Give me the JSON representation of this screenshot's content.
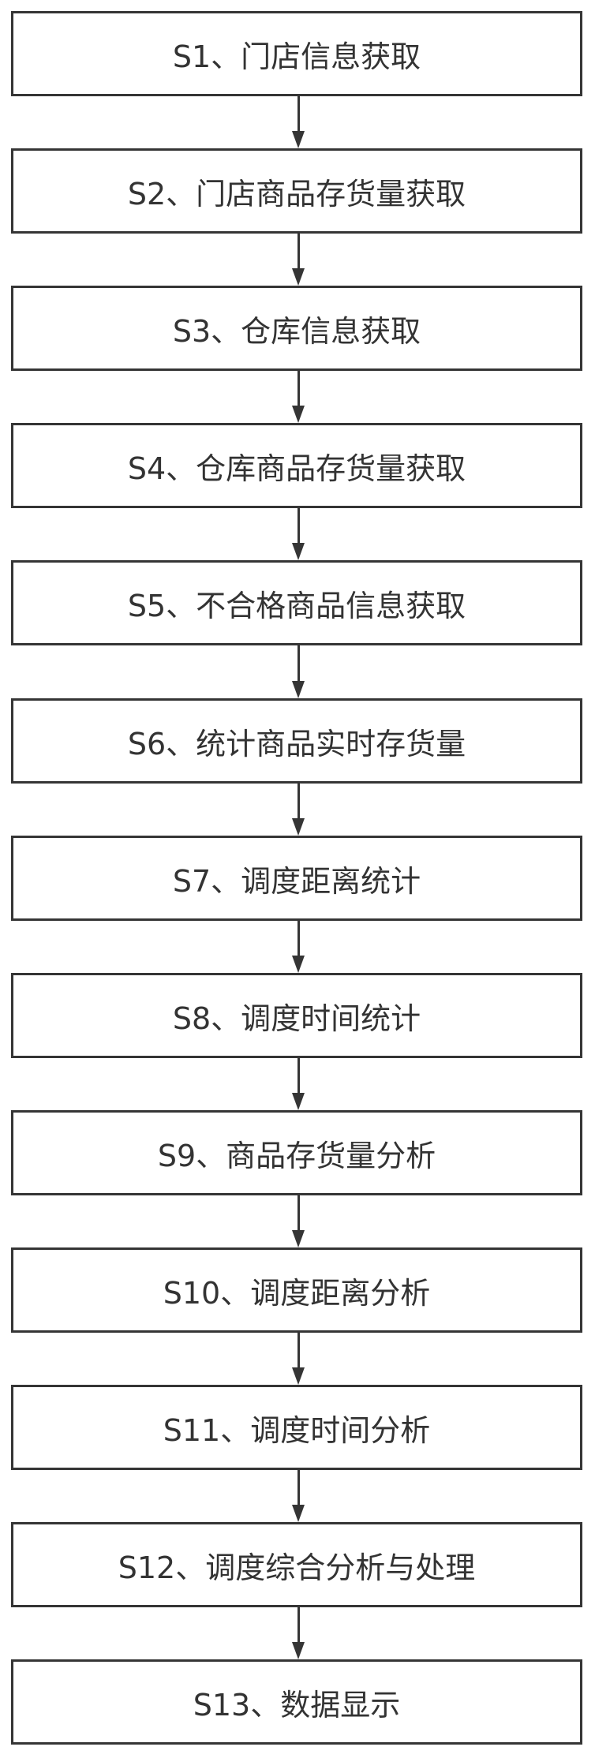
{
  "diagram": {
    "type": "flowchart",
    "colors": {
      "line": "#353535",
      "text": "#333333",
      "background": "#ffffff"
    },
    "steps": [
      {
        "id": "S1",
        "label": "S1、门店信息获取"
      },
      {
        "id": "S2",
        "label": "S2、门店商品存货量获取"
      },
      {
        "id": "S3",
        "label": "S3、仓库信息获取"
      },
      {
        "id": "S4",
        "label": "S4、仓库商品存货量获取"
      },
      {
        "id": "S5",
        "label": "S5、不合格商品信息获取"
      },
      {
        "id": "S6",
        "label": "S6、统计商品实时存货量"
      },
      {
        "id": "S7",
        "label": "S7、调度距离统计"
      },
      {
        "id": "S8",
        "label": "S8、调度时间统计"
      },
      {
        "id": "S9",
        "label": "S9、商品存货量分析"
      },
      {
        "id": "S10",
        "label": "S10、调度距离分析"
      },
      {
        "id": "S11",
        "label": "S11、调度时间分析"
      },
      {
        "id": "S12",
        "label": "S12、调度综合分析与处理"
      },
      {
        "id": "S13",
        "label": "S13、数据显示"
      }
    ]
  }
}
